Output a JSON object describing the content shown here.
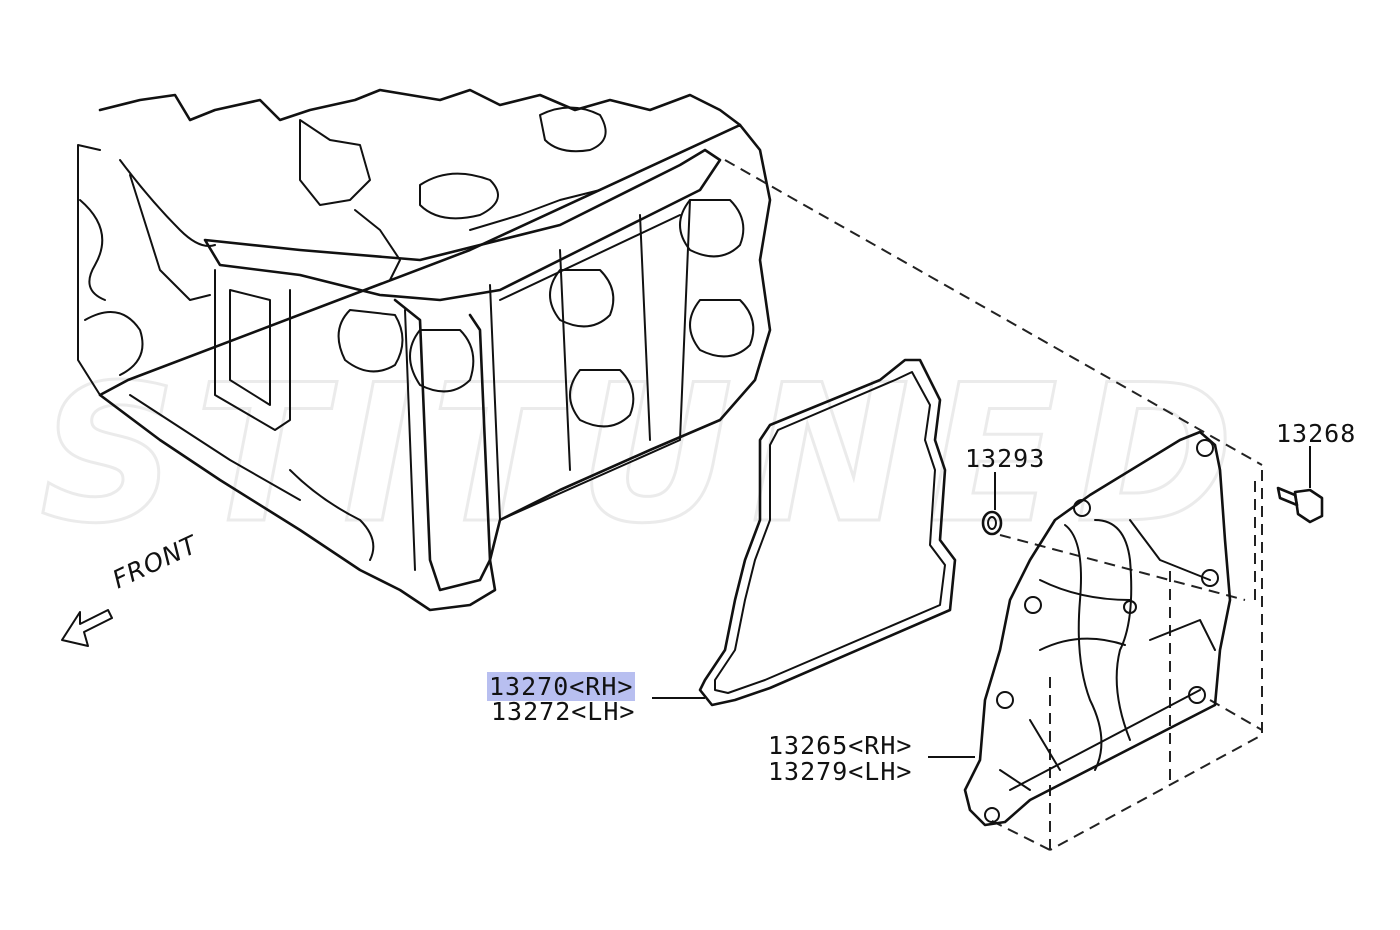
{
  "watermark": "STITUNED",
  "front_label": "FRONT",
  "callouts": {
    "p13268": "13268",
    "p13293": "13293",
    "p13270": "13270<RH>",
    "p13272": "13272<LH>",
    "p13265": "13265<RH>",
    "p13279": "13279<LH>"
  },
  "highlight_color": "#b8bff0"
}
